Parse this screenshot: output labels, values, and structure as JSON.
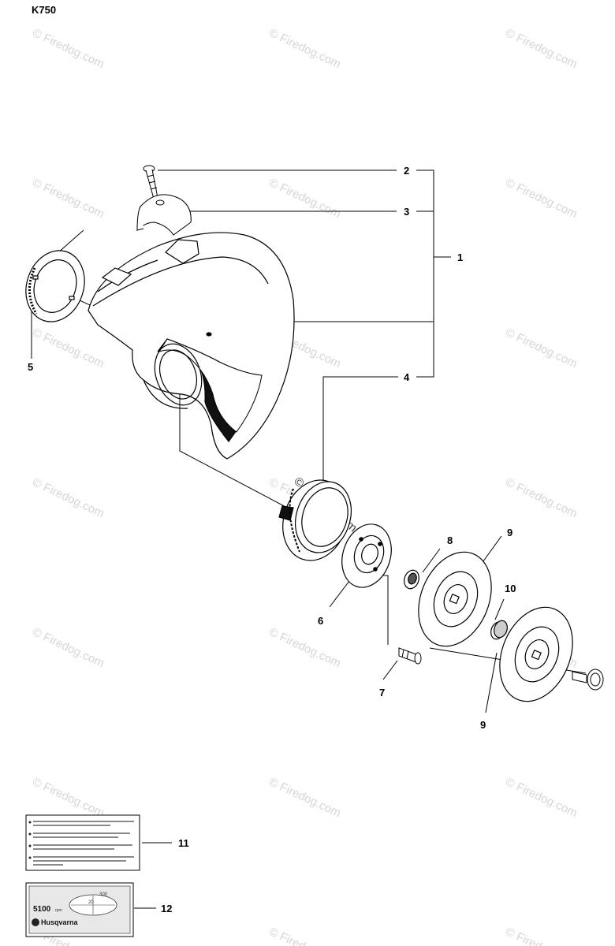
{
  "model": "K750",
  "watermark_text": "© Firedog.com",
  "callouts": {
    "c1": "1",
    "c2": "2",
    "c3": "3",
    "c4": "4",
    "c5": "5",
    "c6": "6",
    "c7": "7",
    "c8": "8",
    "c9a": "9",
    "c9b": "9",
    "c10": "10",
    "c11": "11",
    "c12": "12"
  },
  "rpm_decal": {
    "rpm": "5100",
    "rpm_unit": "rpm",
    "dial_top": "300",
    "dial_mid": "20",
    "brand": "Husqvarna"
  },
  "icon_names": [
    "bolt-icon",
    "clamp-icon",
    "blade-guard-icon",
    "guard-ring-icon",
    "bearing-housing-icon",
    "flange-icon",
    "washer-icon",
    "bushing-icon",
    "warning-label-icon",
    "rpm-decal-icon"
  ]
}
